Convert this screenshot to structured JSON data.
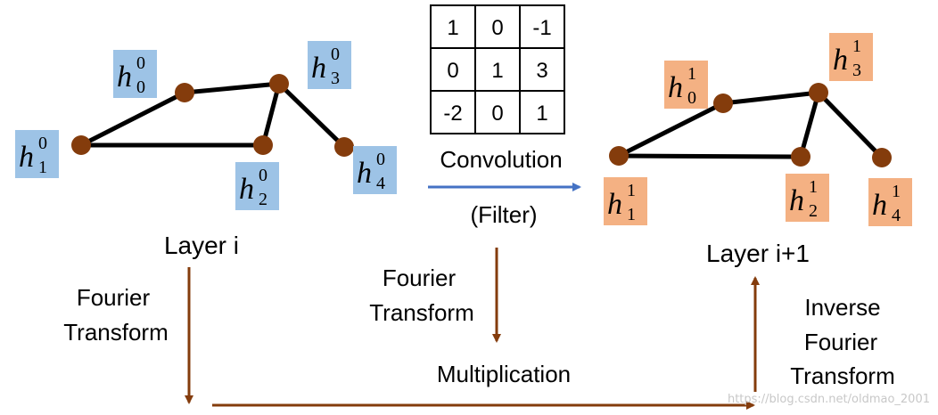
{
  "colors": {
    "node": "#843c0c",
    "edge": "#000000",
    "layer_i_label_bg": "#9dc3e6",
    "layer_i1_label_bg": "#f4b183",
    "conv_arrow": "#4472c4",
    "fourier_arrow": "#843c0c"
  },
  "layer_i": {
    "title": "Layer i",
    "labels": [
      {
        "base": "h",
        "sup": "0",
        "sub": "0"
      },
      {
        "base": "h",
        "sup": "0",
        "sub": "1"
      },
      {
        "base": "h",
        "sup": "0",
        "sub": "2"
      },
      {
        "base": "h",
        "sup": "0",
        "sub": "3"
      },
      {
        "base": "h",
        "sup": "0",
        "sub": "4"
      }
    ]
  },
  "layer_i1": {
    "title": "Layer i+1",
    "labels": [
      {
        "base": "h",
        "sup": "1",
        "sub": "0"
      },
      {
        "base": "h",
        "sup": "1",
        "sub": "1"
      },
      {
        "base": "h",
        "sup": "1",
        "sub": "2"
      },
      {
        "base": "h",
        "sup": "1",
        "sub": "3"
      },
      {
        "base": "h",
        "sup": "1",
        "sub": "4"
      }
    ]
  },
  "filter_matrix": [
    [
      "1",
      "0",
      "-1"
    ],
    [
      "0",
      "1",
      "3"
    ],
    [
      "-2",
      "0",
      "1"
    ]
  ],
  "convolution": {
    "line1": "Convolution",
    "line2": "(Filter)"
  },
  "fourier_left": {
    "line1": "Fourier",
    "line2": "Transform"
  },
  "fourier_mid": {
    "line1": "Fourier",
    "line2": "Transform"
  },
  "multiplication": "Multiplication",
  "inverse": {
    "line1": "Inverse",
    "line2": "Fourier",
    "line3": "Transform"
  },
  "watermark": "https://blog.csdn.net/oldmao_2001"
}
